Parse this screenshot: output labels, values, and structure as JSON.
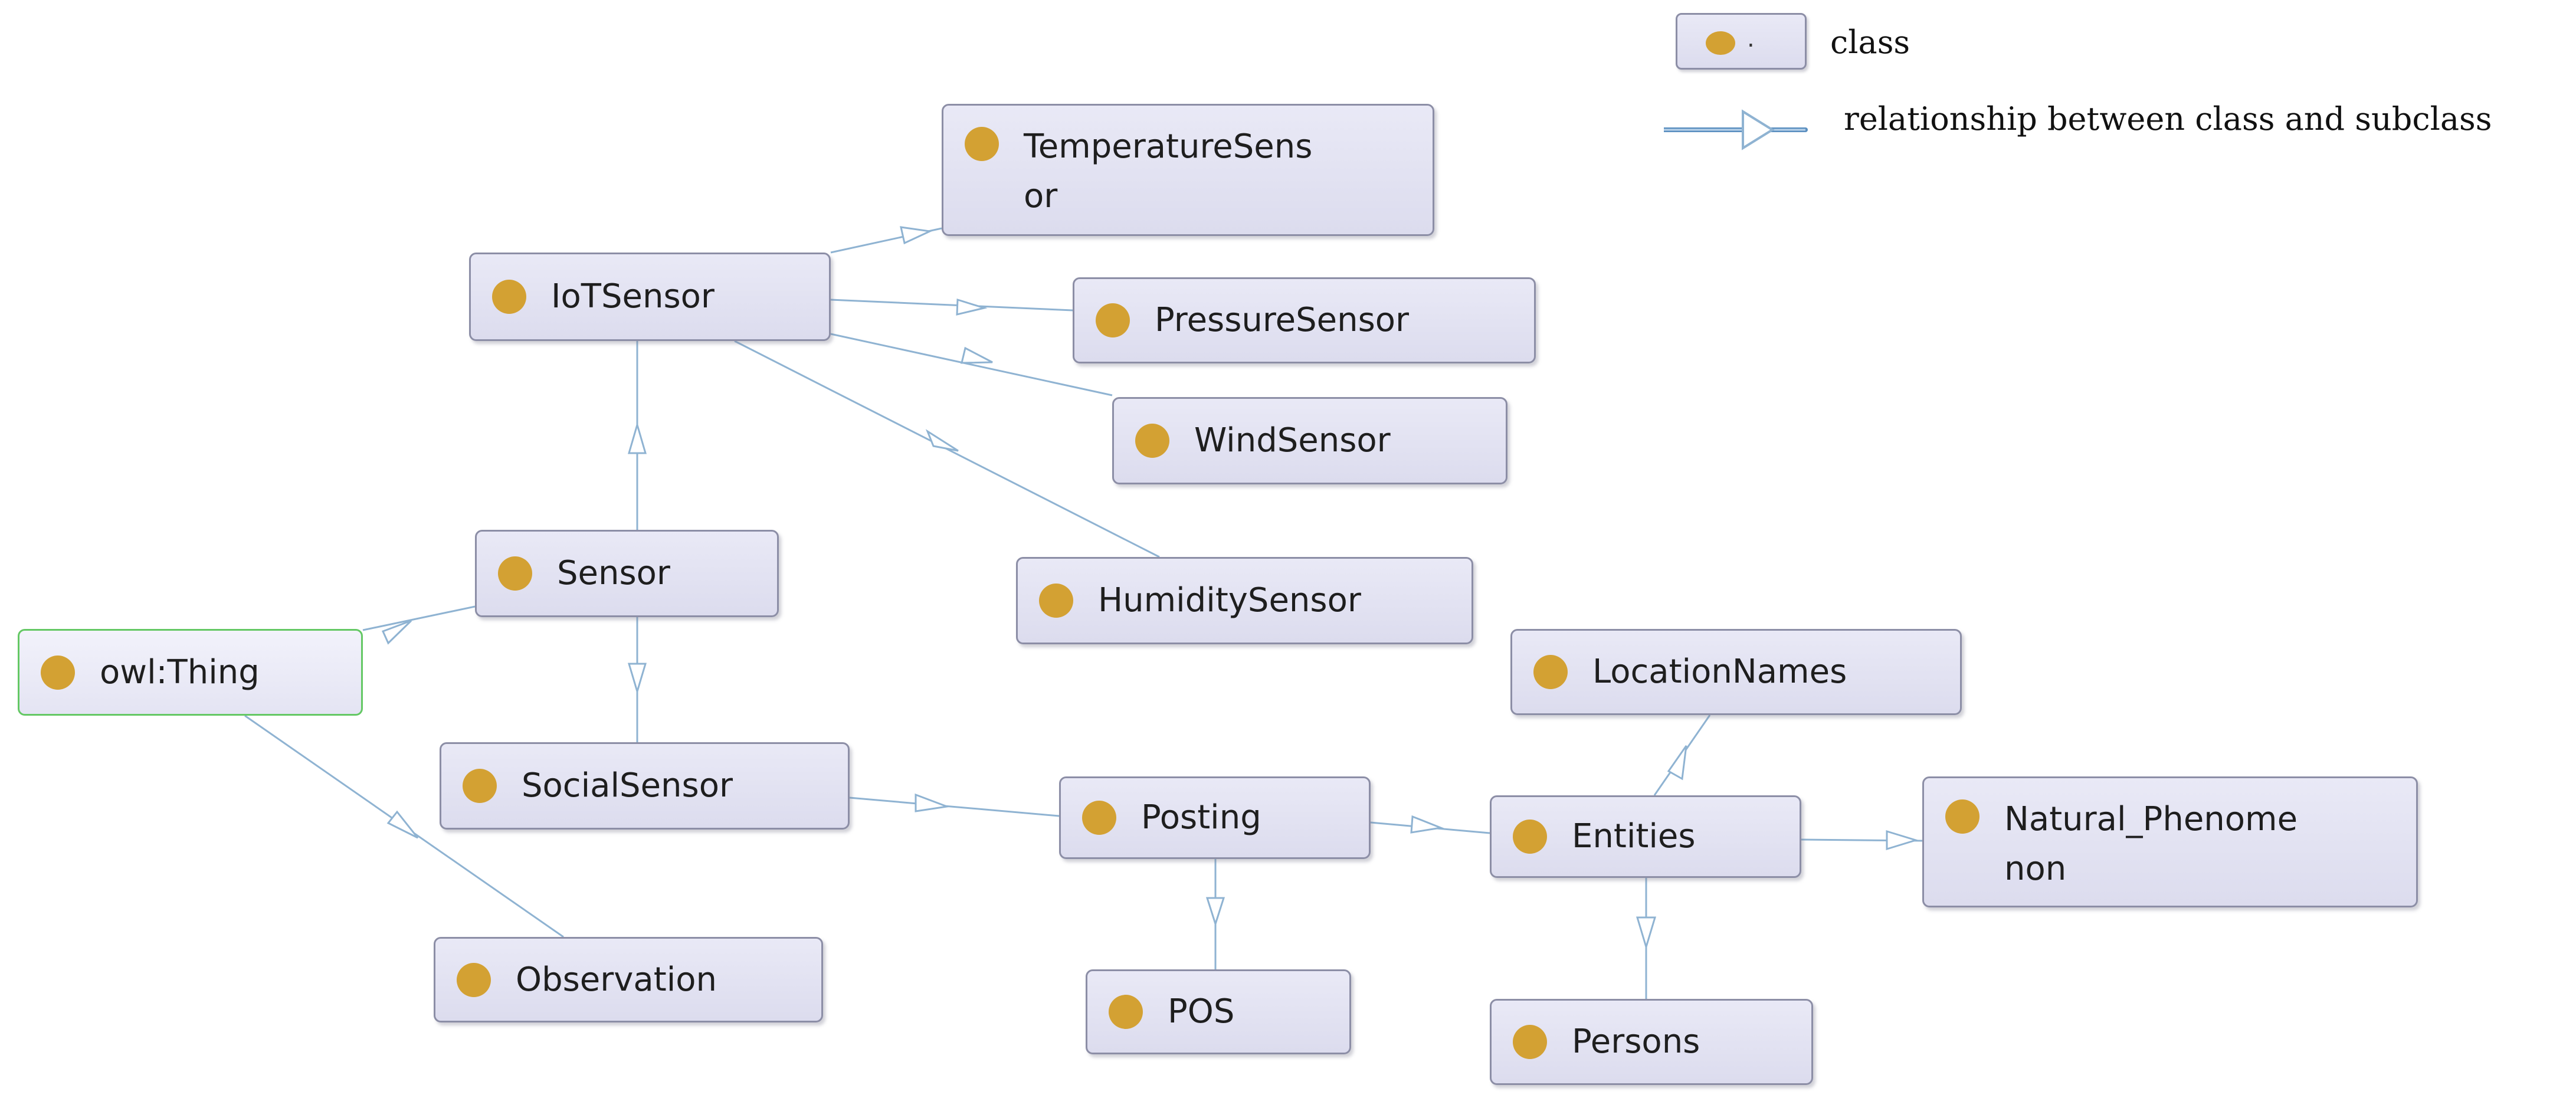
{
  "legend": {
    "class_symbol_text": ".",
    "class_label": "class",
    "relationship_label": "relationship between class and subclass"
  },
  "colors": {
    "node_border": "#8c8ea6",
    "node_fill": "#dcdcee",
    "root_border": "#64c864",
    "dot": "#d3a133",
    "edge": "#8fb3d2"
  },
  "nodes": {
    "owl_thing": "owl:Thing",
    "sensor": "Sensor",
    "iot_sensor": "IoTSensor",
    "temperature_sensor": "TemperatureSens\nor",
    "pressure_sensor": "PressureSensor",
    "wind_sensor": "WindSensor",
    "humidity_sensor": "HumiditySensor",
    "social_sensor": "SocialSensor",
    "observation": "Observation",
    "posting": "Posting",
    "pos": "POS",
    "entities": "Entities",
    "location_names": "LocationNames",
    "persons": "Persons",
    "natural_phenomenon": "Natural_Phenome\nnon"
  },
  "edges": [
    {
      "parent": "owl:Thing",
      "child": "Sensor"
    },
    {
      "parent": "owl:Thing",
      "child": "Observation"
    },
    {
      "parent": "Sensor",
      "child": "IoTSensor"
    },
    {
      "parent": "Sensor",
      "child": "SocialSensor"
    },
    {
      "parent": "IoTSensor",
      "child": "TemperatureSensor"
    },
    {
      "parent": "IoTSensor",
      "child": "PressureSensor"
    },
    {
      "parent": "IoTSensor",
      "child": "WindSensor"
    },
    {
      "parent": "IoTSensor",
      "child": "HumiditySensor"
    },
    {
      "parent": "SocialSensor",
      "child": "Posting"
    },
    {
      "parent": "Posting",
      "child": "POS"
    },
    {
      "parent": "Posting",
      "child": "Entities"
    },
    {
      "parent": "Entities",
      "child": "LocationNames"
    },
    {
      "parent": "Entities",
      "child": "Persons"
    },
    {
      "parent": "Entities",
      "child": "Natural_Phenomenon"
    }
  ]
}
